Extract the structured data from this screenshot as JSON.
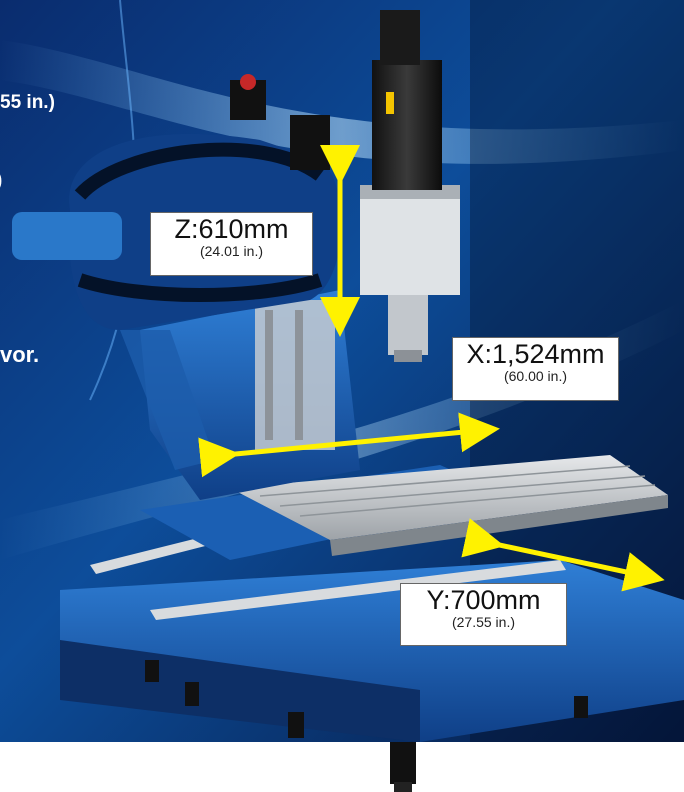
{
  "cutoff_text": {
    "line1": "55 in.)",
    "line2": ")",
    "line3": "vor."
  },
  "axes": {
    "z": {
      "label": "Z:610mm",
      "sub": "(24.01 in.)"
    },
    "x": {
      "label": "X:1,524mm",
      "sub": "(60.00 in.)"
    },
    "y": {
      "label": "Y:700mm",
      "sub": "(27.55 in.)"
    }
  },
  "colors": {
    "background_dark": "#061a44",
    "background_blue": "#0d4d9a",
    "machine_blue": "#1b5fb3",
    "machine_dark": "#0d2f66",
    "arrow_yellow": "#fff200",
    "table_grey": "#c9ccd0"
  }
}
